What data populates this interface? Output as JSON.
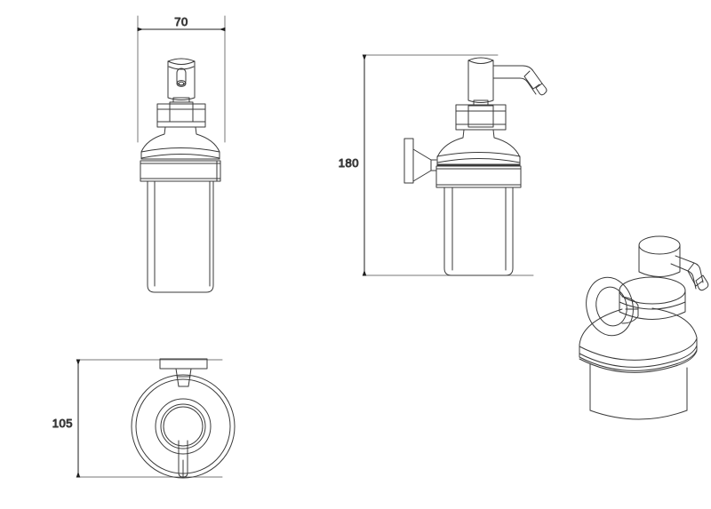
{
  "document": {
    "type": "technical-drawing",
    "subject": "Wall mounted soap dispenser",
    "background_color": "#ffffff",
    "line_color": "#3a3a3a",
    "dimension_color": "#2b2b2b",
    "units": "mm"
  },
  "dimensions": {
    "width": {
      "value": "70",
      "label": "70",
      "orientation": "horizontal",
      "view": "front-view"
    },
    "height": {
      "value": "180",
      "label": "180",
      "orientation": "vertical",
      "view": "side-view"
    },
    "projection": {
      "value": "105",
      "label": "105",
      "orientation": "vertical",
      "view": "top-view"
    }
  },
  "views": [
    {
      "name": "front-view",
      "title": "Front elevation",
      "dimension": "70"
    },
    {
      "name": "side-view",
      "title": "Side elevation",
      "dimension": "180"
    },
    {
      "name": "top-view",
      "title": "Plan view",
      "dimension": "105"
    },
    {
      "name": "perspective-view",
      "title": "3D perspective",
      "dimension": ""
    }
  ],
  "parts": {
    "pump_head": "pump-head",
    "pump_stem": "pump-stem",
    "collar": "collar-ring",
    "shoulder": "dome-shoulder",
    "band": "metal-band",
    "bottle": "glass-bottle",
    "wall_plate": "wall-plate",
    "bracket": "wall-bracket",
    "nozzle": "dispenser-nozzle"
  }
}
